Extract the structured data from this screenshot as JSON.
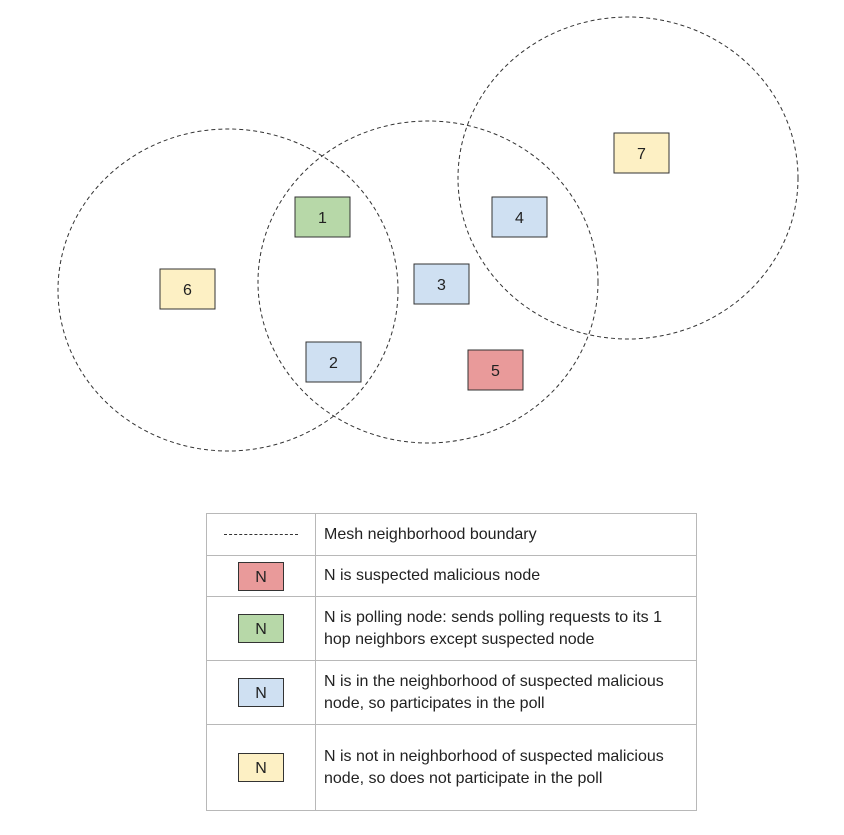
{
  "colors": {
    "malicious": "#e99a9a",
    "polling": "#b7d8a8",
    "participant": "#cfe0f2",
    "non_participant": "#fdf0c4",
    "boundary_stroke": "#333333"
  },
  "nodes": [
    {
      "id": "1",
      "role": "polling"
    },
    {
      "id": "2",
      "role": "participant"
    },
    {
      "id": "3",
      "role": "participant"
    },
    {
      "id": "4",
      "role": "participant"
    },
    {
      "id": "5",
      "role": "malicious"
    },
    {
      "id": "6",
      "role": "non_participant"
    },
    {
      "id": "7",
      "role": "non_participant"
    }
  ],
  "legend": {
    "boundary": "Mesh neighborhood boundary",
    "symbol": "N",
    "malicious": "N is suspected malicious node",
    "polling": "N is polling node: sends polling requests to its 1 hop neighbors except suspected node",
    "participant": "N is in the neighborhood of suspected malicious node, so participates in the poll",
    "non_participant": "N is not in neighborhood of suspected malicious node, so does not participate in the poll"
  }
}
